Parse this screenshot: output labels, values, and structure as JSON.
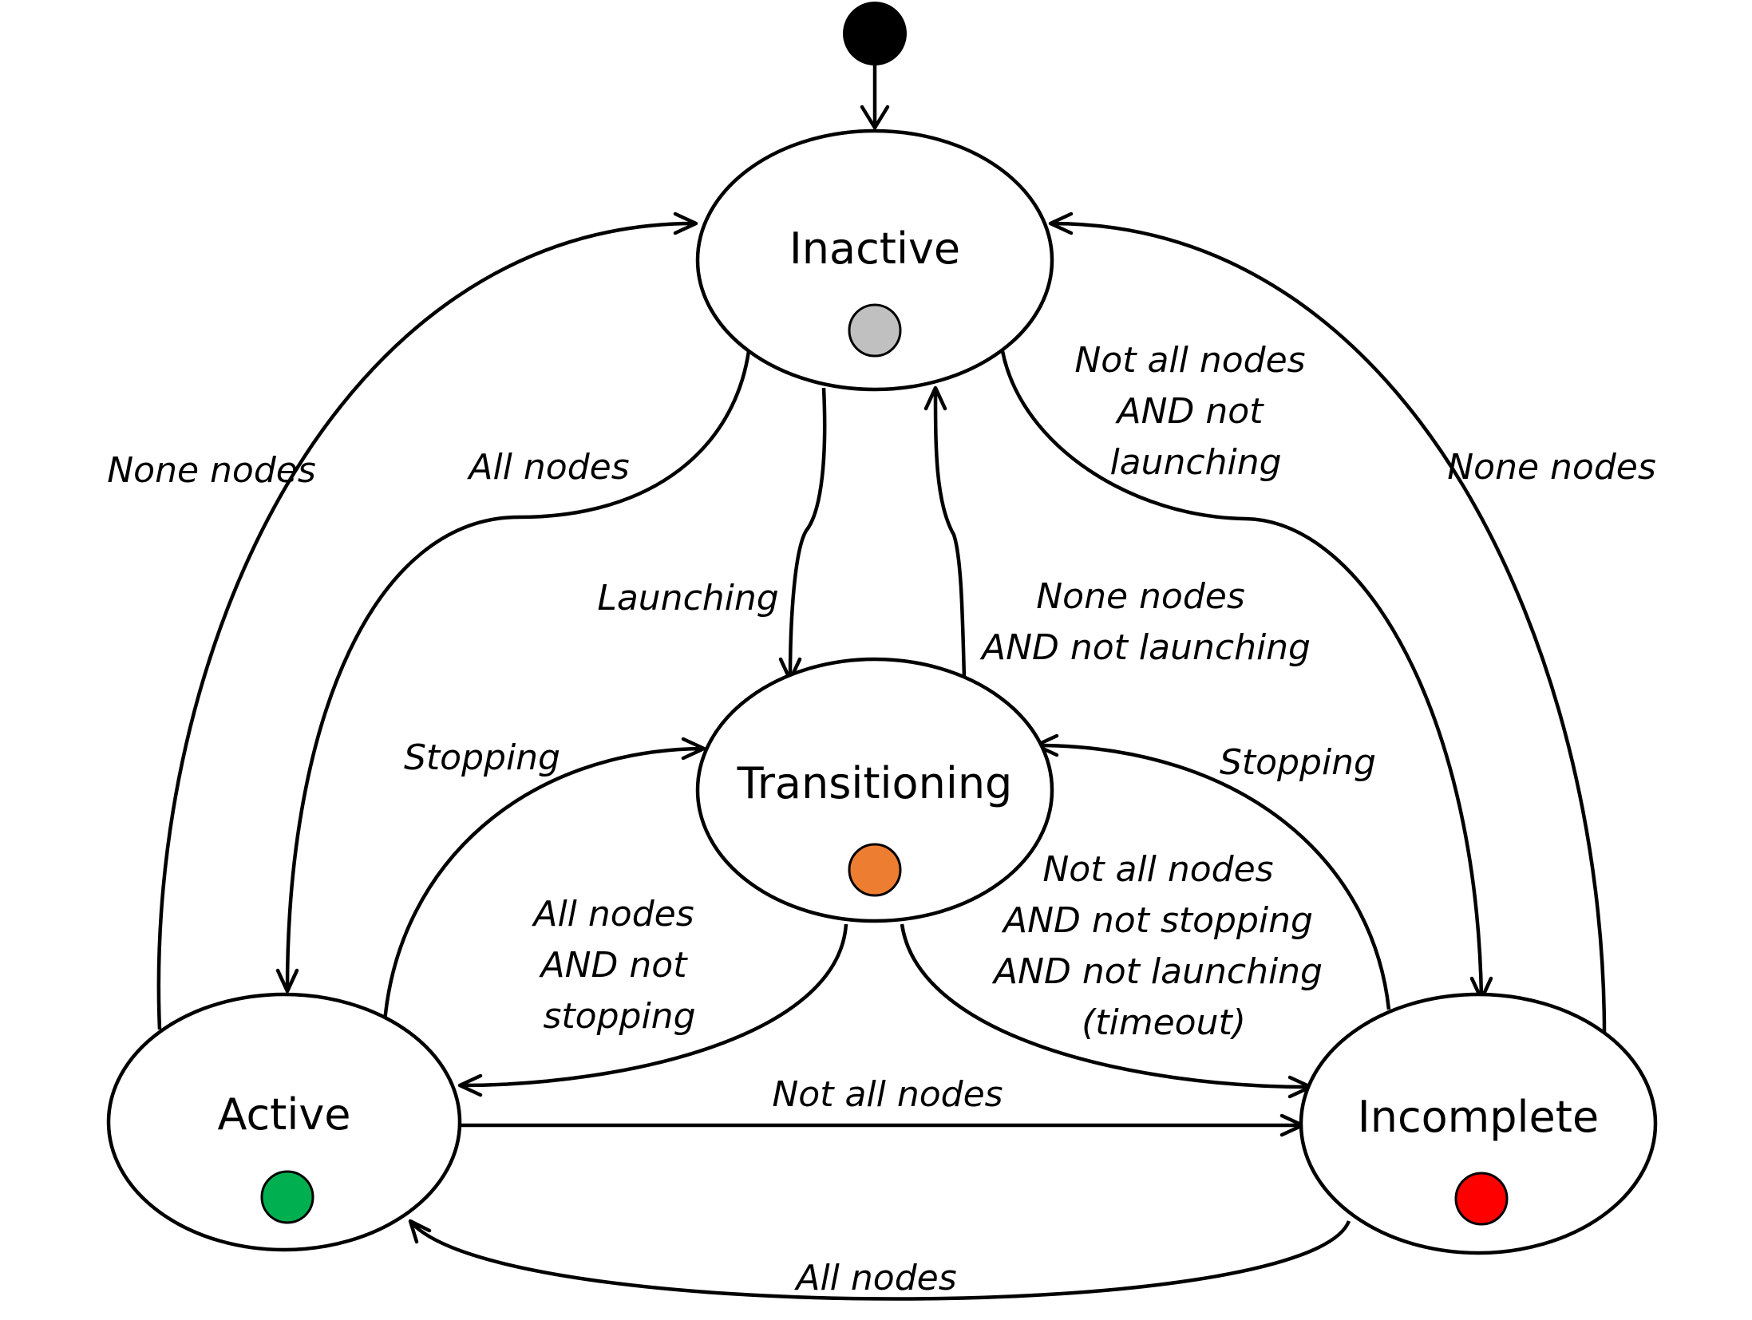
{
  "states": {
    "inactive": {
      "label": "Inactive",
      "color": "#c0c0c0"
    },
    "transitioning": {
      "label": "Transitioning",
      "color": "#ed7d31"
    },
    "active": {
      "label": "Active",
      "color": "#00b050"
    },
    "incomplete": {
      "label": "Incomplete",
      "color": "#ff0000"
    }
  },
  "transitions": {
    "active_to_inactive": [
      "None nodes"
    ],
    "inactive_to_active": [
      "All nodes"
    ],
    "inactive_to_transitioning": [
      "Launching"
    ],
    "transitioning_to_inactive": [
      "None nodes",
      "AND not launching"
    ],
    "inactive_to_incomplete": [
      "Not all nodes",
      "AND not",
      "launching"
    ],
    "incomplete_to_inactive": [
      "None nodes"
    ],
    "active_to_transitioning": [
      "Stopping"
    ],
    "transitioning_to_active": [
      "All nodes",
      "AND not",
      "stopping"
    ],
    "incomplete_to_transitioning": [
      "Stopping"
    ],
    "transitioning_to_incomplete": [
      "Not all nodes",
      "AND not stopping",
      "AND not launching",
      "(timeout)"
    ],
    "active_to_incomplete": [
      "Not all nodes"
    ],
    "incomplete_to_active": [
      "All nodes"
    ]
  },
  "initial_marker_color": "#000000"
}
